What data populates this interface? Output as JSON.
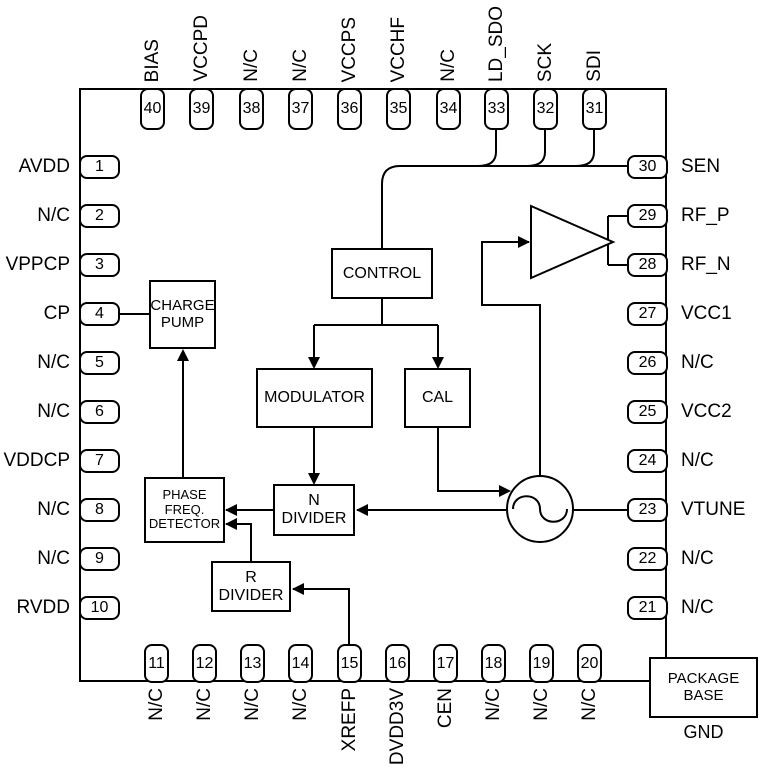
{
  "diagram": {
    "type": "ic-functional-block-diagram",
    "colors": {
      "line": "#000000",
      "background": "#ffffff"
    }
  },
  "pins": {
    "top": [
      {
        "number": "40",
        "label": "BIAS"
      },
      {
        "number": "39",
        "label": "VCCPD"
      },
      {
        "number": "38",
        "label": "N/C"
      },
      {
        "number": "37",
        "label": "N/C"
      },
      {
        "number": "36",
        "label": "VCCPS"
      },
      {
        "number": "35",
        "label": "VCCHF"
      },
      {
        "number": "34",
        "label": "N/C"
      },
      {
        "number": "33",
        "label": "LD_SDO"
      },
      {
        "number": "32",
        "label": "SCK"
      },
      {
        "number": "31",
        "label": "SDI"
      }
    ],
    "left": [
      {
        "number": "1",
        "label": "AVDD"
      },
      {
        "number": "2",
        "label": "N/C"
      },
      {
        "number": "3",
        "label": "VPPCP"
      },
      {
        "number": "4",
        "label": "CP"
      },
      {
        "number": "5",
        "label": "N/C"
      },
      {
        "number": "6",
        "label": "N/C"
      },
      {
        "number": "7",
        "label": "VDDCP"
      },
      {
        "number": "8",
        "label": "N/C"
      },
      {
        "number": "9",
        "label": "N/C"
      },
      {
        "number": "10",
        "label": "RVDD"
      }
    ],
    "right": [
      {
        "number": "30",
        "label": "SEN"
      },
      {
        "number": "29",
        "label": "RF_P"
      },
      {
        "number": "28",
        "label": "RF_N"
      },
      {
        "number": "27",
        "label": "VCC1"
      },
      {
        "number": "26",
        "label": "N/C"
      },
      {
        "number": "25",
        "label": "VCC2"
      },
      {
        "number": "24",
        "label": "N/C"
      },
      {
        "number": "23",
        "label": "VTUNE"
      },
      {
        "number": "22",
        "label": "N/C"
      },
      {
        "number": "21",
        "label": "N/C"
      }
    ],
    "bottom": [
      {
        "number": "11",
        "label": "N/C"
      },
      {
        "number": "12",
        "label": "N/C"
      },
      {
        "number": "13",
        "label": "N/C"
      },
      {
        "number": "14",
        "label": "N/C"
      },
      {
        "number": "15",
        "label": "XREFP"
      },
      {
        "number": "16",
        "label": "DVDD3V"
      },
      {
        "number": "17",
        "label": "CEN"
      },
      {
        "number": "18",
        "label": "N/C"
      },
      {
        "number": "19",
        "label": "N/C"
      },
      {
        "number": "20",
        "label": "N/C"
      }
    ]
  },
  "blocks": {
    "control": {
      "label": "CONTROL"
    },
    "modulator": {
      "label": "MODULATOR"
    },
    "cal": {
      "label": "CAL"
    },
    "charge_pump": {
      "lines": [
        "CHARGE",
        "PUMP"
      ]
    },
    "pfd": {
      "lines": [
        "PHASE",
        "FREQ.",
        "DETECTOR"
      ]
    },
    "n_divider": {
      "lines": [
        "N",
        "DIVIDER"
      ]
    },
    "r_divider": {
      "lines": [
        "R",
        "DIVIDER"
      ]
    },
    "package_base": {
      "lines": [
        "PACKAGE",
        "BASE"
      ]
    },
    "ground": {
      "label": "GND"
    }
  }
}
